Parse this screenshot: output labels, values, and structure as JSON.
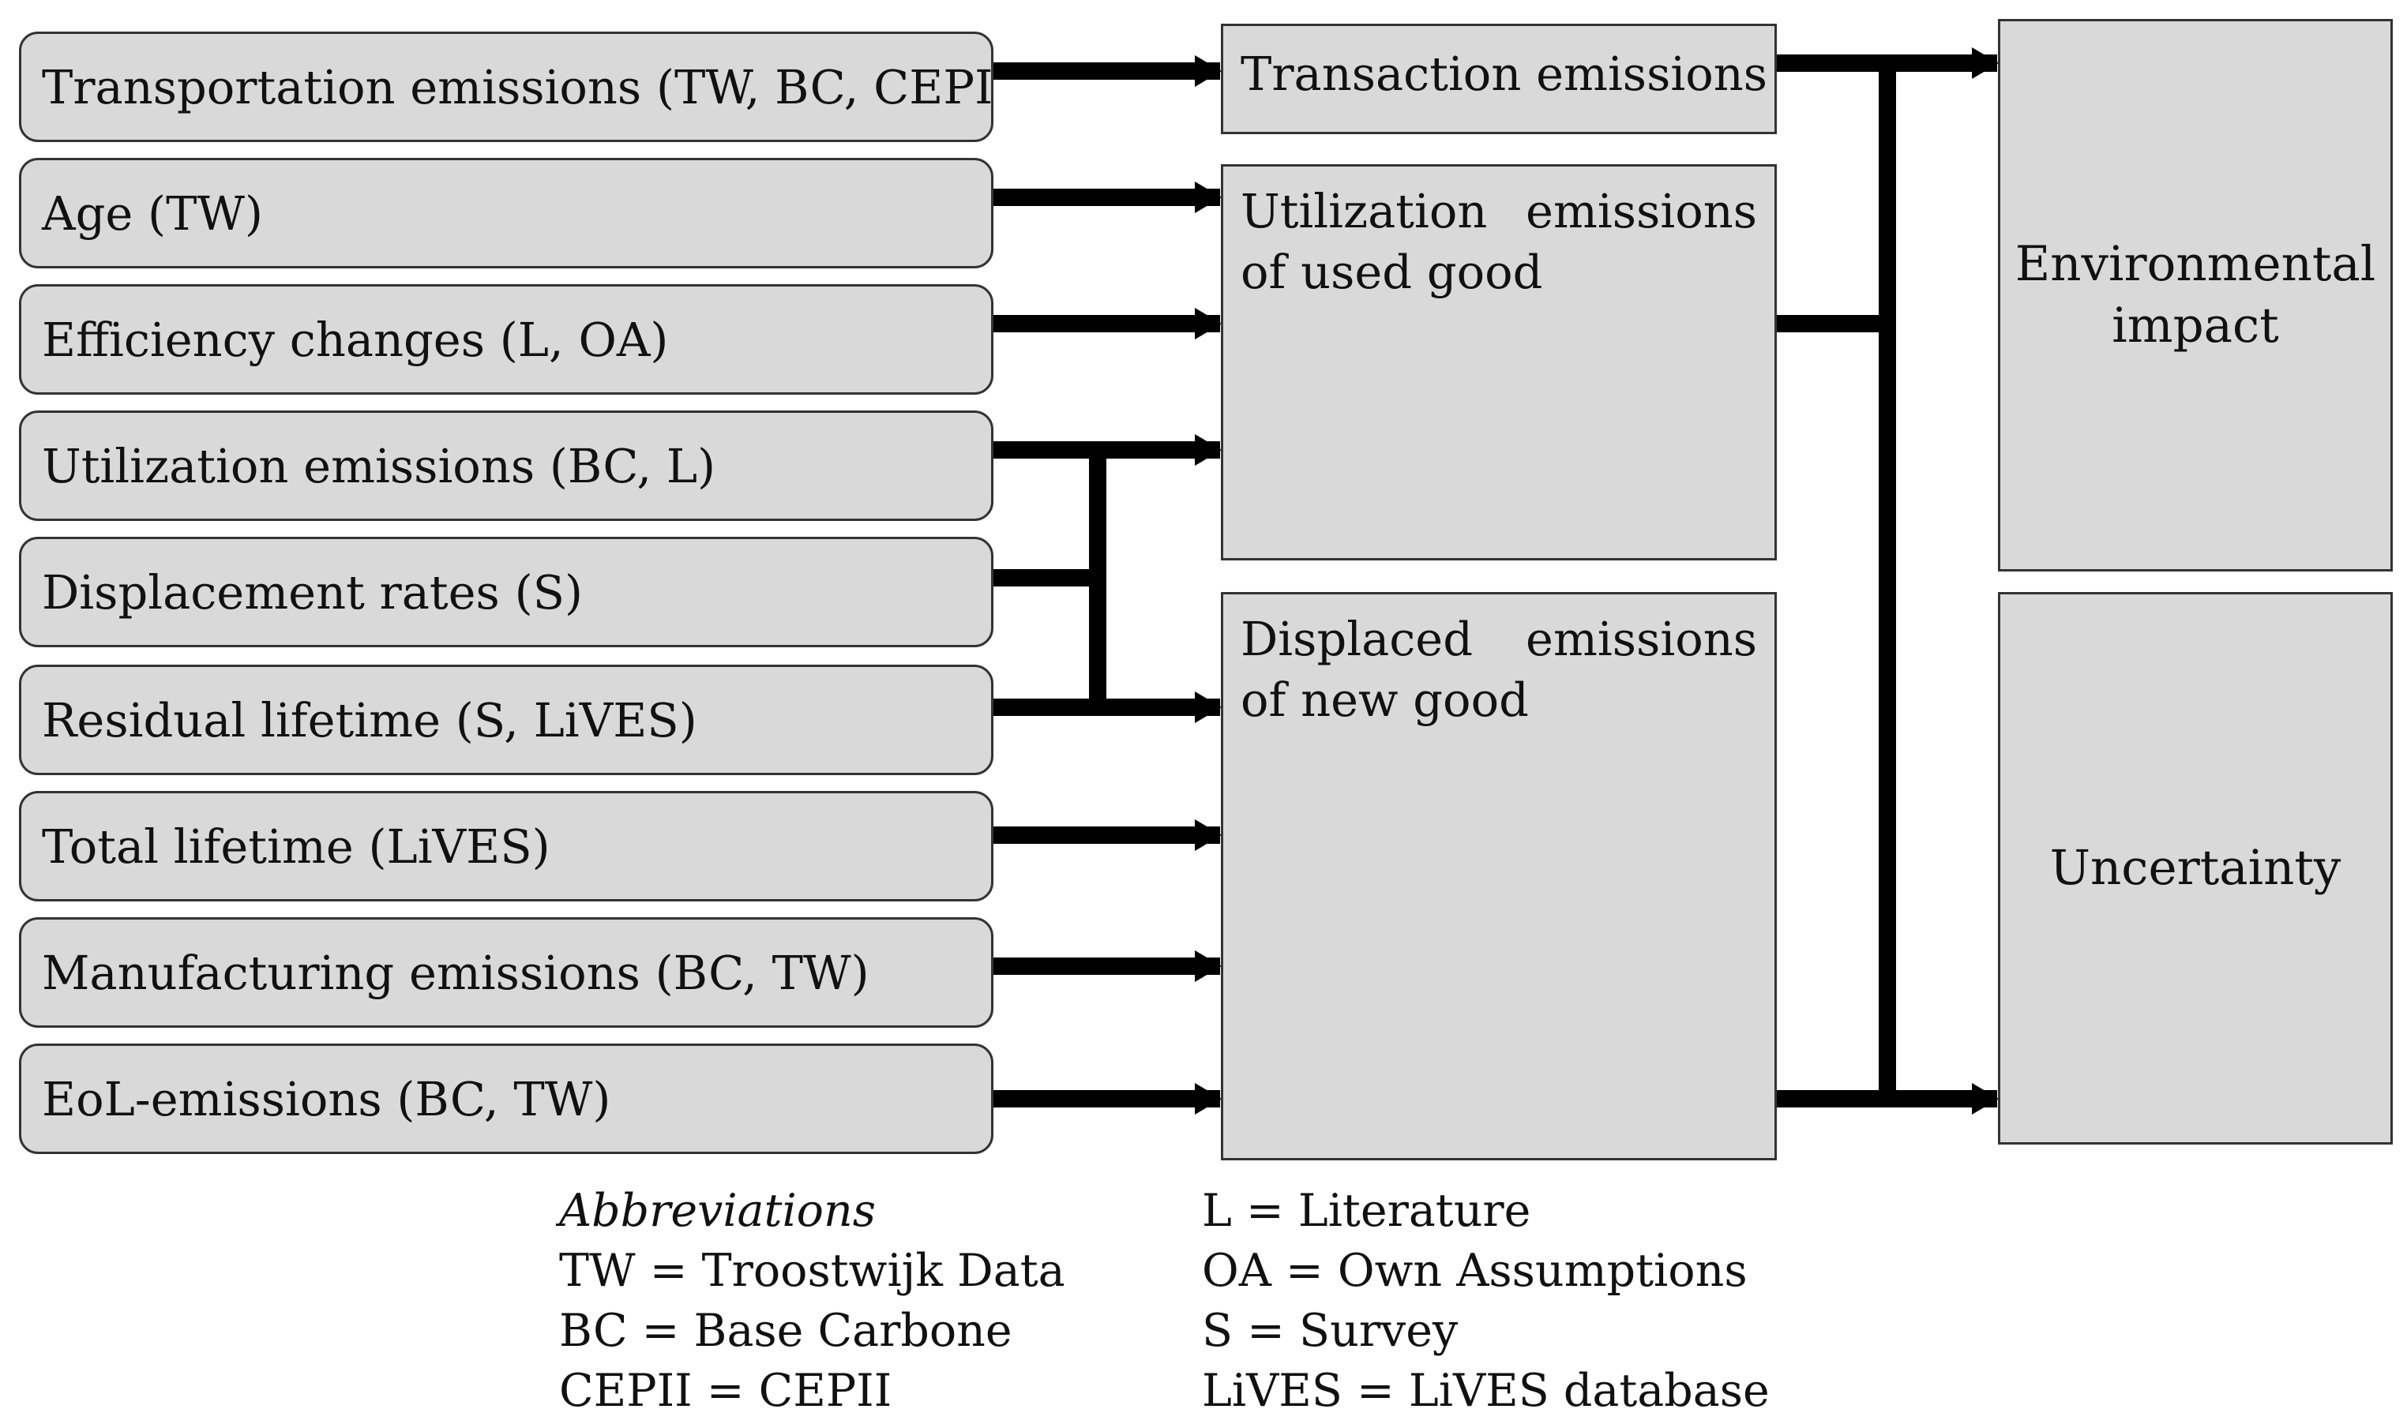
{
  "inputs": [
    {
      "id": "transportation",
      "label": "Transportation emissions (TW, BC, CEPII)"
    },
    {
      "id": "age",
      "label": "Age (TW)"
    },
    {
      "id": "efficiency",
      "label": "Efficiency changes (L, OA)"
    },
    {
      "id": "utilization",
      "label": "Utilization emissions (BC, L)"
    },
    {
      "id": "displacement",
      "label": "Displacement rates (S)"
    },
    {
      "id": "residual-lifetime",
      "label": "Residual lifetime (S, LiVES)"
    },
    {
      "id": "total-lifetime",
      "label": "Total lifetime (LiVES)"
    },
    {
      "id": "manufacturing",
      "label": "Manufacturing emissions (BC, TW)"
    },
    {
      "id": "eol",
      "label": "EoL-emissions (BC, TW)"
    }
  ],
  "intermediates": {
    "transaction": "Transaction emissions",
    "utilization_used": "Utilization emissions of used good",
    "displaced_new": "Displaced emissions of new good"
  },
  "outputs": {
    "environmental_impact": "Environmental impact",
    "uncertainty": "Uncertainty"
  },
  "legend": {
    "title": "Abbreviations",
    "left": [
      "TW = Troostwijk Data",
      "BC = Base Carbone",
      "CEPII = CEPII"
    ],
    "right": [
      "L = Literature",
      "OA = Own Assumptions",
      "S = Survey",
      "LiVES = LiVES database"
    ]
  },
  "colors": {
    "box_fill": "#d9d9d9",
    "box_border": "#333333",
    "arrow": "#000000"
  }
}
